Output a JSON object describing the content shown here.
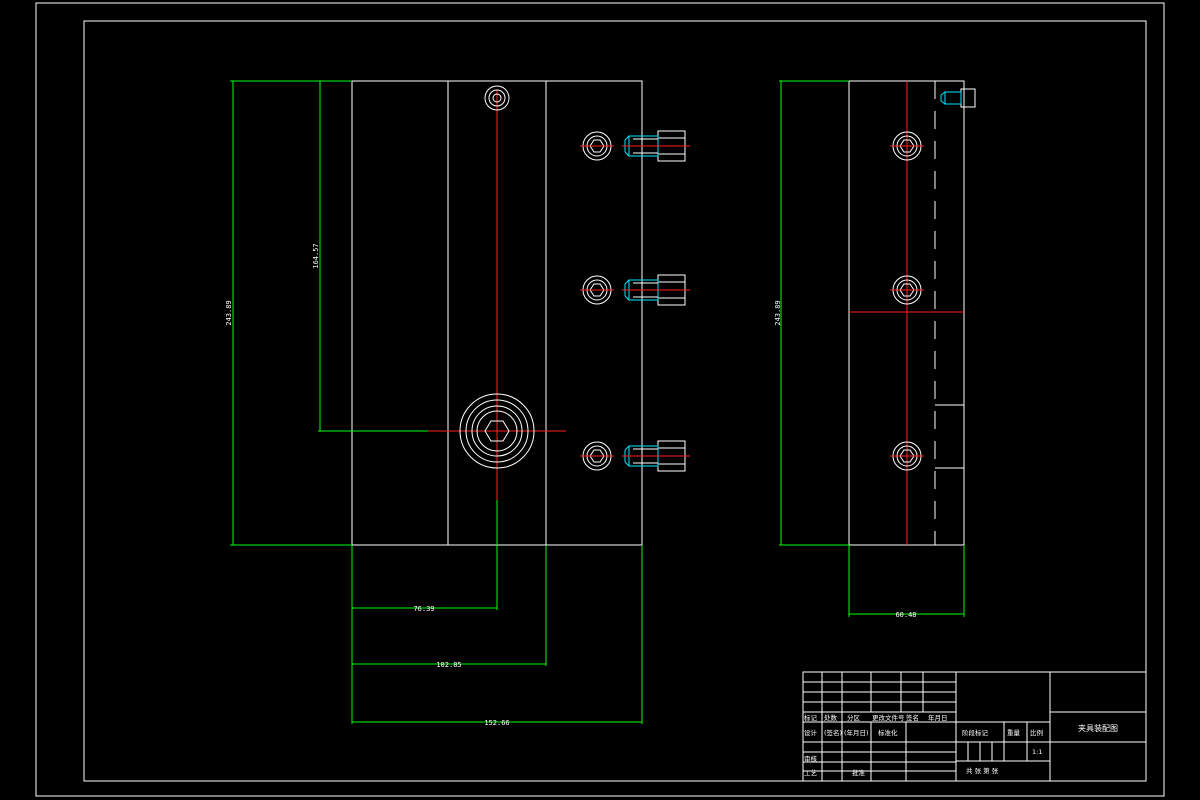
{
  "dimensions": {
    "front_height_total": "243.89",
    "front_height_hole": "164.57",
    "front_width_hole": "76.39",
    "front_width_slot": "102.85",
    "front_width_total": "152.66",
    "side_height_total": "243.89",
    "side_width_total": "60.48"
  },
  "title_block": {
    "row_mark": "标记",
    "row_count": "处数",
    "row_zone": "分区",
    "row_docno": "更改文件号",
    "row_sign": "签名",
    "row_date": "年月日",
    "design": "设计",
    "std": "(签名)",
    "date_ph": "(年月日)",
    "standardize": "标准化",
    "review": "审核",
    "process": "工艺",
    "approve": "批准",
    "stage_mark": "阶段标记",
    "weight": "重量",
    "scale": "比例",
    "scale_value": "1:1",
    "sheets": "共  张 第  张",
    "drawing_name": "夹具装配图"
  }
}
